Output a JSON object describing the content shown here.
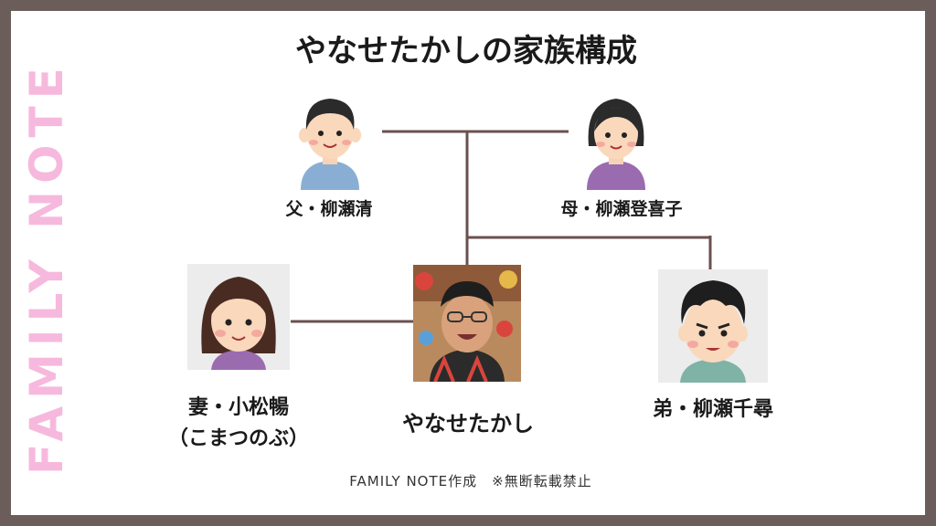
{
  "side_label": "FAMILY NOTE",
  "title": "やなせたかしの家族構成",
  "members": {
    "father": "父・柳瀬清",
    "mother": "母・柳瀬登喜子",
    "wife": "妻・小松暢",
    "wife_reading": "（こまつのぶ）",
    "self": "やなせたかし",
    "brother": "弟・柳瀬千尋"
  },
  "footer": "FAMILY  NOTE作成　※無断転載禁止",
  "colors": {
    "frame": "#6b5e5a",
    "side_label": "#f6b9dd",
    "line": "#6b5050"
  }
}
